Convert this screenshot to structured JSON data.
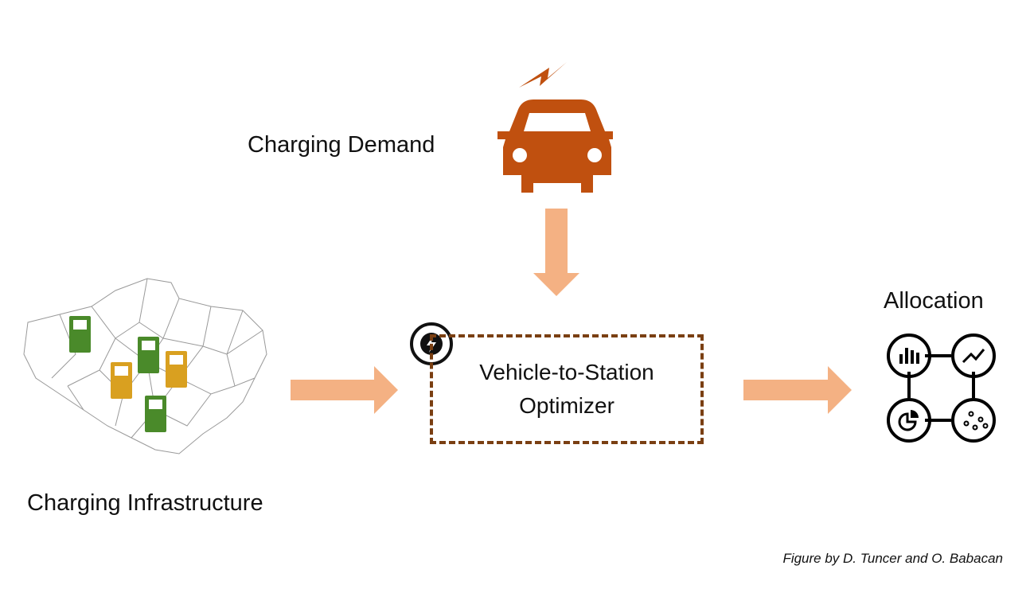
{
  "labels": {
    "demand": "Charging Demand",
    "infrastructure": "Charging Infrastructure",
    "allocation": "Allocation",
    "optimizer_line1": "Vehicle-to-Station",
    "optimizer_line2": "Optimizer",
    "caption": "Figure by D. Tuncer and O. Babacan"
  },
  "colors": {
    "car": "#c0500f",
    "arrow": "#f4b183",
    "box_border": "#7a3f12",
    "station_green": "#4a8a2a",
    "station_yellow": "#d9a020"
  }
}
